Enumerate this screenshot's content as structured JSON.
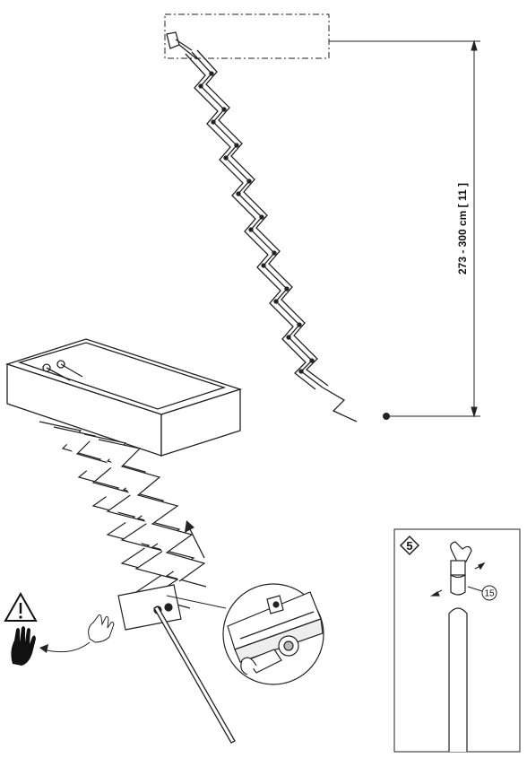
{
  "dimension": {
    "label": "273 - 300 cm [ 11 ]"
  },
  "step": {
    "number": "5"
  },
  "callout": {
    "part_number": "15"
  },
  "icons": {
    "warning": "warning-triangle-icon",
    "hand": "no-hand-icon"
  }
}
